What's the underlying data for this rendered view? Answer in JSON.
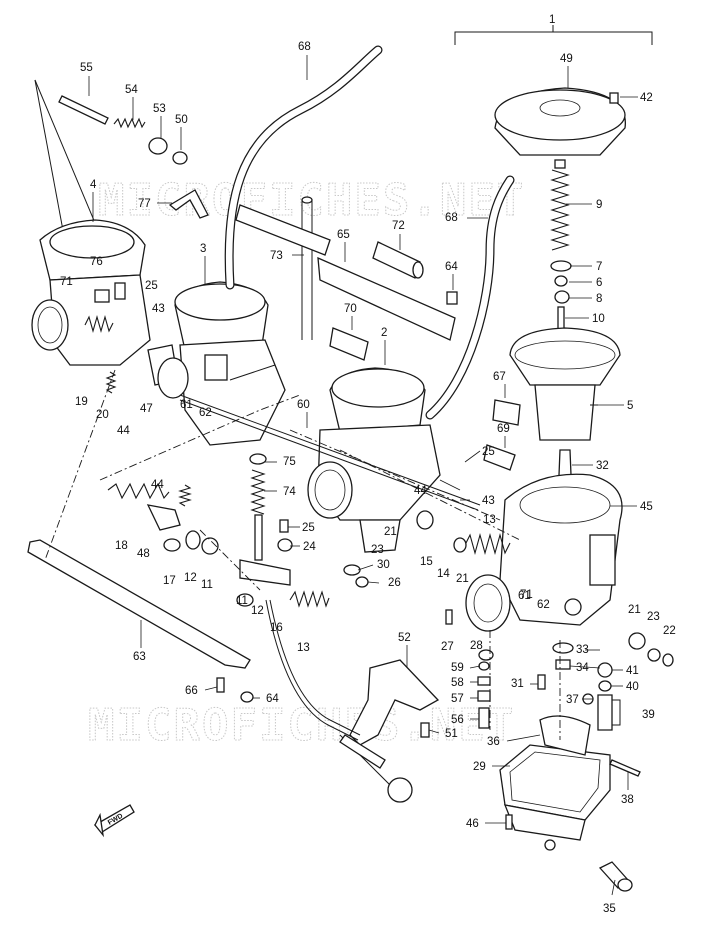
{
  "watermark": "MICROFICHES.NET",
  "fwd_label": "FWD",
  "part_numbers": {
    "p1": "1",
    "p2": "2",
    "p3": "3",
    "p4": "4",
    "p5": "5",
    "p6": "6",
    "p7": "7",
    "p8": "8",
    "p9": "9",
    "p10": "10",
    "p11a": "11",
    "p11b": "11",
    "p12a": "12",
    "p12b": "12",
    "p13a": "13",
    "p13b": "13",
    "p14": "14",
    "p15": "15",
    "p16": "16",
    "p17": "17",
    "p18": "18",
    "p19": "19",
    "p20": "20",
    "p21a": "21",
    "p21b": "21",
    "p21c": "21",
    "p22": "22",
    "p23a": "23",
    "p23b": "23",
    "p24": "24",
    "p25a": "25",
    "p25b": "25",
    "p25c": "25",
    "p26": "26",
    "p27": "27",
    "p28": "28",
    "p29": "29",
    "p30": "30",
    "p31": "31",
    "p32": "32",
    "p33": "33",
    "p34": "34",
    "p35": "35",
    "p36": "36",
    "p37": "37",
    "p38": "38",
    "p39": "39",
    "p40": "40",
    "p41": "41",
    "p42": "42",
    "p43a": "43",
    "p43b": "43",
    "p44a": "44",
    "p44b": "44",
    "p44c": "44",
    "p45": "45",
    "p46": "46",
    "p47": "47",
    "p48": "48",
    "p49": "49",
    "p50": "50",
    "p51": "51",
    "p52": "52",
    "p53": "53",
    "p54": "54",
    "p55": "55",
    "p56": "56",
    "p57": "57",
    "p58": "58",
    "p59": "59",
    "p60": "60",
    "p61a": "61",
    "p61b": "61",
    "p62a": "62",
    "p62b": "62",
    "p63": "63",
    "p64a": "64",
    "p64b": "64",
    "p65": "65",
    "p66": "66",
    "p67": "67",
    "p68a": "68",
    "p68b": "68",
    "p69": "69",
    "p70": "70",
    "p71a": "71",
    "p71b": "71",
    "p72": "72",
    "p73": "73",
    "p74": "74",
    "p75": "75",
    "p76": "76",
    "p77": "77"
  }
}
